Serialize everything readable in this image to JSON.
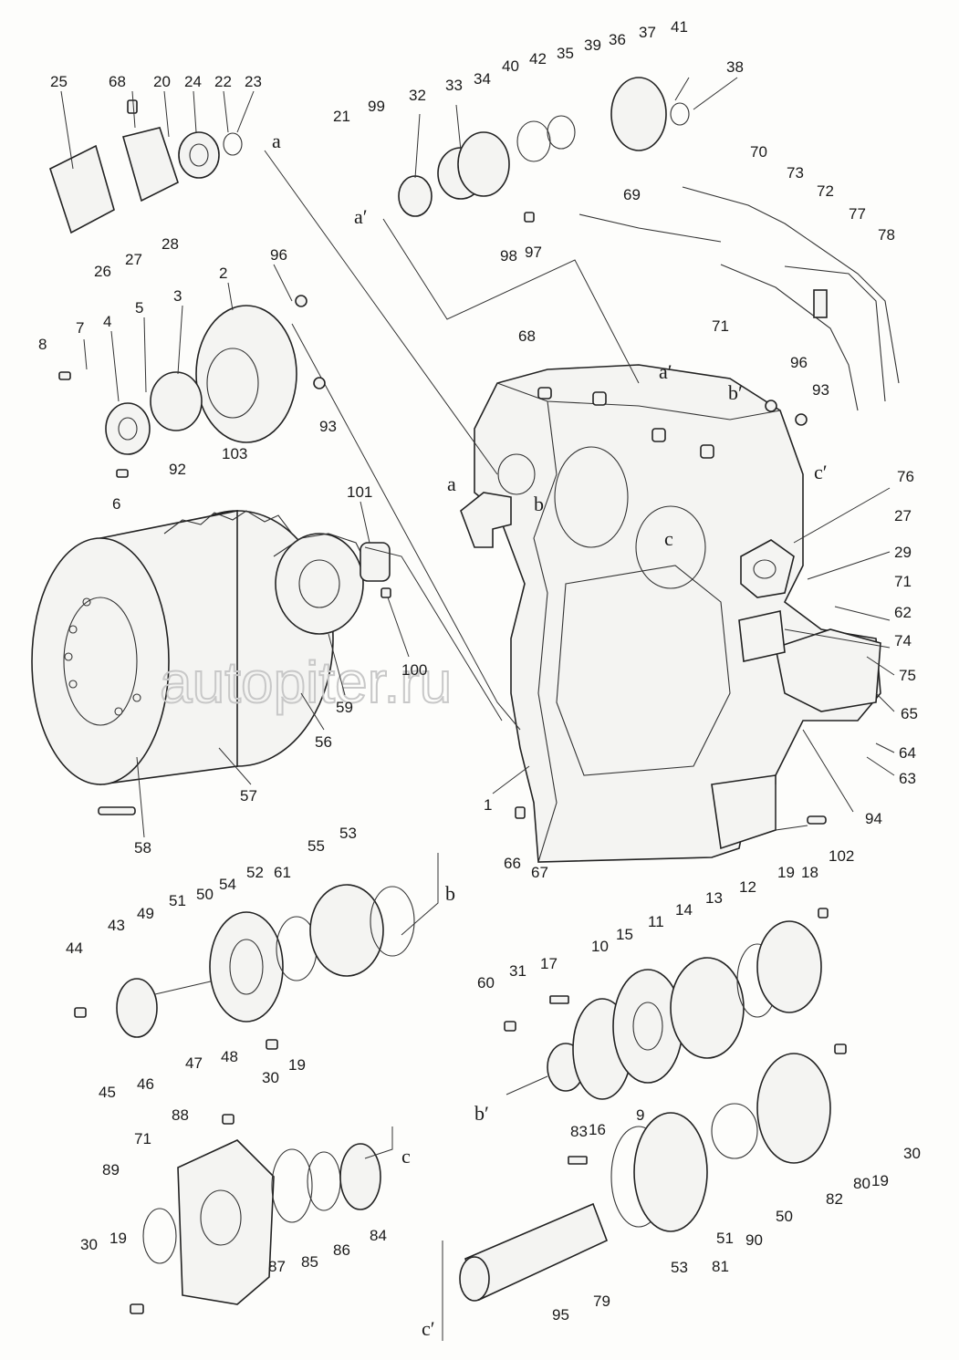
{
  "watermark": "autopiter.ru",
  "reference_marks": [
    "a",
    "a′",
    "b",
    "b′",
    "c",
    "c′"
  ],
  "callouts": [
    "1",
    "2",
    "3",
    "4",
    "5",
    "6",
    "7",
    "8",
    "9",
    "10",
    "11",
    "12",
    "13",
    "14",
    "15",
    "16",
    "17",
    "18",
    "19",
    "20",
    "21",
    "22",
    "23",
    "24",
    "25",
    "26",
    "27",
    "28",
    "29",
    "30",
    "31",
    "32",
    "33",
    "34",
    "35",
    "36",
    "37",
    "38",
    "39",
    "40",
    "41",
    "42",
    "43",
    "44",
    "45",
    "46",
    "47",
    "48",
    "49",
    "50",
    "51",
    "52",
    "53",
    "54",
    "55",
    "56",
    "57",
    "58",
    "59",
    "60",
    "61",
    "62",
    "63",
    "64",
    "65",
    "66",
    "67",
    "68",
    "69",
    "70",
    "71",
    "72",
    "73",
    "74",
    "75",
    "76",
    "77",
    "78",
    "79",
    "80",
    "81",
    "82",
    "83",
    "84",
    "85",
    "86",
    "87",
    "88",
    "89",
    "90",
    "92",
    "93",
    "94",
    "95",
    "96",
    "97",
    "98",
    "99",
    "100",
    "101",
    "102",
    "103"
  ]
}
